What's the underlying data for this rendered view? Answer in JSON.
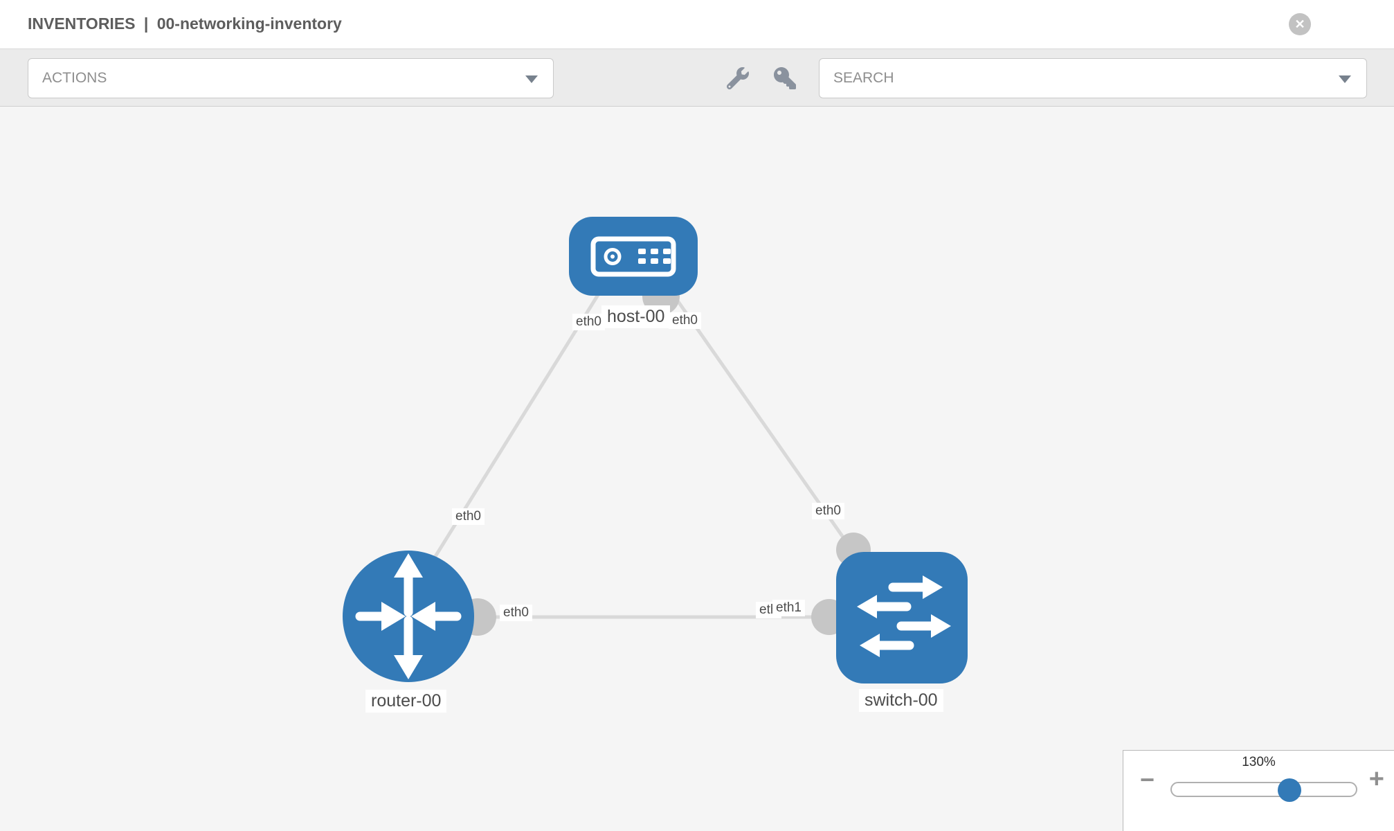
{
  "header": {
    "title_prefix": "INVENTORIES",
    "title_separator": "|",
    "title_name": "00-networking-inventory",
    "close_label": "✕"
  },
  "toolbar": {
    "actions_label": "ACTIONS",
    "search_label": "SEARCH"
  },
  "zoom_control": {
    "level": "130%",
    "percent": 130,
    "minus_label": "−",
    "plus_label": "+"
  },
  "colors": {
    "node_fill": "#337ab7",
    "link": "#d9d9d9",
    "connector": "#c6c6c6",
    "canvas_bg": "#f5f5f5",
    "toolbar_bg": "#ebebeb"
  },
  "topology": {
    "nodes": [
      {
        "id": "host-00",
        "type": "host",
        "label": "host-00"
      },
      {
        "id": "router-00",
        "type": "router",
        "label": "router-00"
      },
      {
        "id": "switch-00",
        "type": "switch",
        "label": "switch-00"
      }
    ],
    "links": [
      {
        "source": "host-00",
        "target": "router-00",
        "source_interface": "eth0",
        "target_interface": "eth0"
      },
      {
        "source": "host-00",
        "target": "switch-00",
        "source_interface": "eth0",
        "target_interface": "eth0"
      },
      {
        "source": "router-00",
        "target": "switch-00",
        "source_interface": "eth0",
        "target_interface": "eth1",
        "overlapped_label": "eth0"
      }
    ]
  }
}
